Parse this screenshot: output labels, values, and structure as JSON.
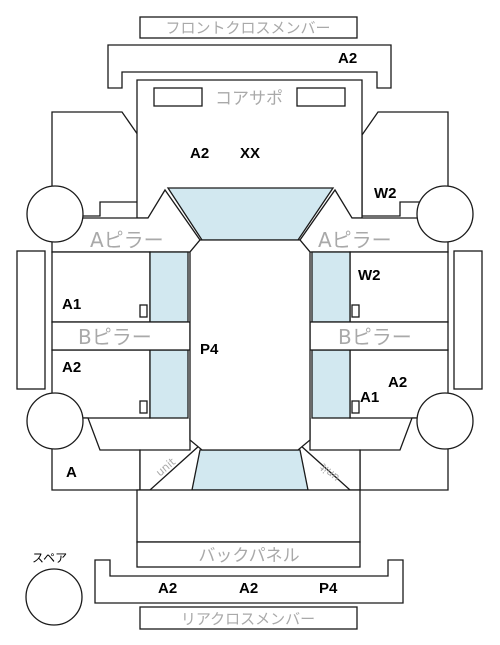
{
  "labels": {
    "front_cross_member": "フロントクロスメンバー",
    "core_support": "コアサポ",
    "a_pillar": "Aピラー",
    "b_pillar": "Bピラー",
    "back_panel": "バックパネル",
    "rear_cross_member": "リアクロスメンバー",
    "spare": "スペア",
    "unit": "unit"
  },
  "grades": {
    "front_cross_member": "A2",
    "bonnet": "A2",
    "core_support": "XX",
    "front_right_fender": "W2",
    "front_right_door": "W2",
    "front_left_door": "A1",
    "rear_left_door": "A2",
    "roof": "P4",
    "rear_right_door_inner": "A1",
    "rear_right_door_outer": "A2",
    "rear_left_quarter": "A",
    "rear_left": "A2",
    "rear_center": "A2",
    "rear_right": "P4"
  }
}
